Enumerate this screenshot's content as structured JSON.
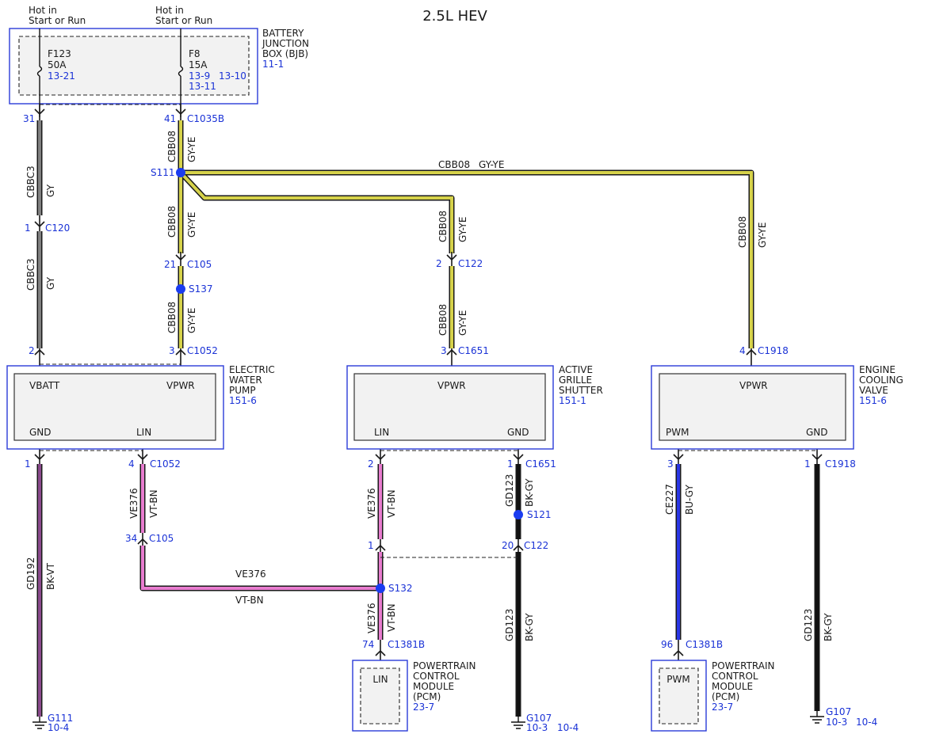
{
  "title": "2.5L HEV",
  "colors": {
    "gy": "#808080",
    "gy_ye": "#d6d24a",
    "vt_bn": "#e87ccf",
    "bk_vt": "#8a4a8c",
    "bk_gy": "#111111",
    "bu_gy": "#2a36e6",
    "ref": "#1a32d6"
  },
  "sources": {
    "left": [
      "Hot in",
      "Start or Run"
    ],
    "right": [
      "Hot in",
      "Start or Run"
    ]
  },
  "bjb": {
    "name": [
      "BATTERY",
      "JUNCTION",
      "BOX (BJB)"
    ],
    "ref": "11-1",
    "fuses": [
      {
        "id": "F123",
        "rating": "50A",
        "refs": [
          "13-21"
        ]
      },
      {
        "id": "F8",
        "rating": "15A",
        "refs": [
          "13-9",
          "13-11",
          "13-10"
        ]
      }
    ]
  },
  "modules": {
    "ewp": {
      "name": [
        "ELECTRIC",
        "WATER",
        "PUMP"
      ],
      "ref": "151-6",
      "pins": {
        "vbatt": "VBATT",
        "vpwr": "VPWR",
        "gnd": "GND",
        "lin": "LIN"
      }
    },
    "ags": {
      "name": [
        "ACTIVE",
        "GRILLE",
        "SHUTTER"
      ],
      "ref": "151-1",
      "pins": {
        "vpwr": "VPWR",
        "lin": "LIN",
        "gnd": "GND"
      }
    },
    "ecv": {
      "name": [
        "ENGINE",
        "COOLING",
        "VALVE"
      ],
      "ref": "151-6",
      "pins": {
        "vpwr": "VPWR",
        "pwm": "PWM",
        "gnd": "GND"
      }
    },
    "pcm1": {
      "name": [
        "POWERTRAIN",
        "CONTROL",
        "MODULE",
        "(PCM)"
      ],
      "ref": "23-7",
      "pin": "LIN"
    },
    "pcm2": {
      "name": [
        "POWERTRAIN",
        "CONTROL",
        "MODULE",
        "(PCM)"
      ],
      "ref": "23-7",
      "pin": "PWM"
    }
  },
  "connectors": {
    "c31": {
      "pin": "31"
    },
    "c41": {
      "pin": "41",
      "name": "C1035B"
    },
    "c120": {
      "pin": "1",
      "name": "C120"
    },
    "c105a": {
      "pin": "21",
      "name": "C105"
    },
    "c1052a": {
      "pin": "2"
    },
    "c1052b": {
      "pin": "3",
      "name": "C1052"
    },
    "c122a": {
      "pin": "2",
      "name": "C122"
    },
    "c1651a": {
      "pin": "3",
      "name": "C1651"
    },
    "c1918a": {
      "pin": "4",
      "name": "C1918"
    },
    "c1052c": {
      "pin": "1"
    },
    "c1052d": {
      "pin": "4",
      "name": "C1052"
    },
    "c1651b": {
      "pin": "2"
    },
    "c1651c": {
      "pin": "1",
      "name": "C1651"
    },
    "c1918b": {
      "pin": "3"
    },
    "c1918c": {
      "pin": "1",
      "name": "C1918"
    },
    "c105b": {
      "pin": "34",
      "name": "C105"
    },
    "c122b": {
      "pin": "1"
    },
    "c122c": {
      "pin": "20",
      "name": "C122"
    },
    "c1381a": {
      "pin": "74",
      "name": "C1381B"
    },
    "c1381b": {
      "pin": "96",
      "name": "C1381B"
    }
  },
  "splices": {
    "s111": "S111",
    "s137": "S137",
    "s121": "S121",
    "s132": "S132"
  },
  "wires": {
    "cbbc3": "CBBC3",
    "gy": "GY",
    "cbb08": "CBB08",
    "gyye": "GY-YE",
    "ve376": "VE376",
    "vtbn": "VT-BN",
    "gd192": "GD192",
    "bkvt": "BK-VT",
    "gd123": "GD123",
    "bkgy": "BK-GY",
    "ce227": "CE227",
    "bugy": "BU-GY"
  },
  "grounds": {
    "g111": {
      "name": "G111",
      "refs": [
        "10-4"
      ]
    },
    "g107a": {
      "name": "G107",
      "refs": [
        "10-3",
        "10-4"
      ]
    },
    "g107b": {
      "name": "G107",
      "refs": [
        "10-3",
        "10-4"
      ]
    }
  }
}
